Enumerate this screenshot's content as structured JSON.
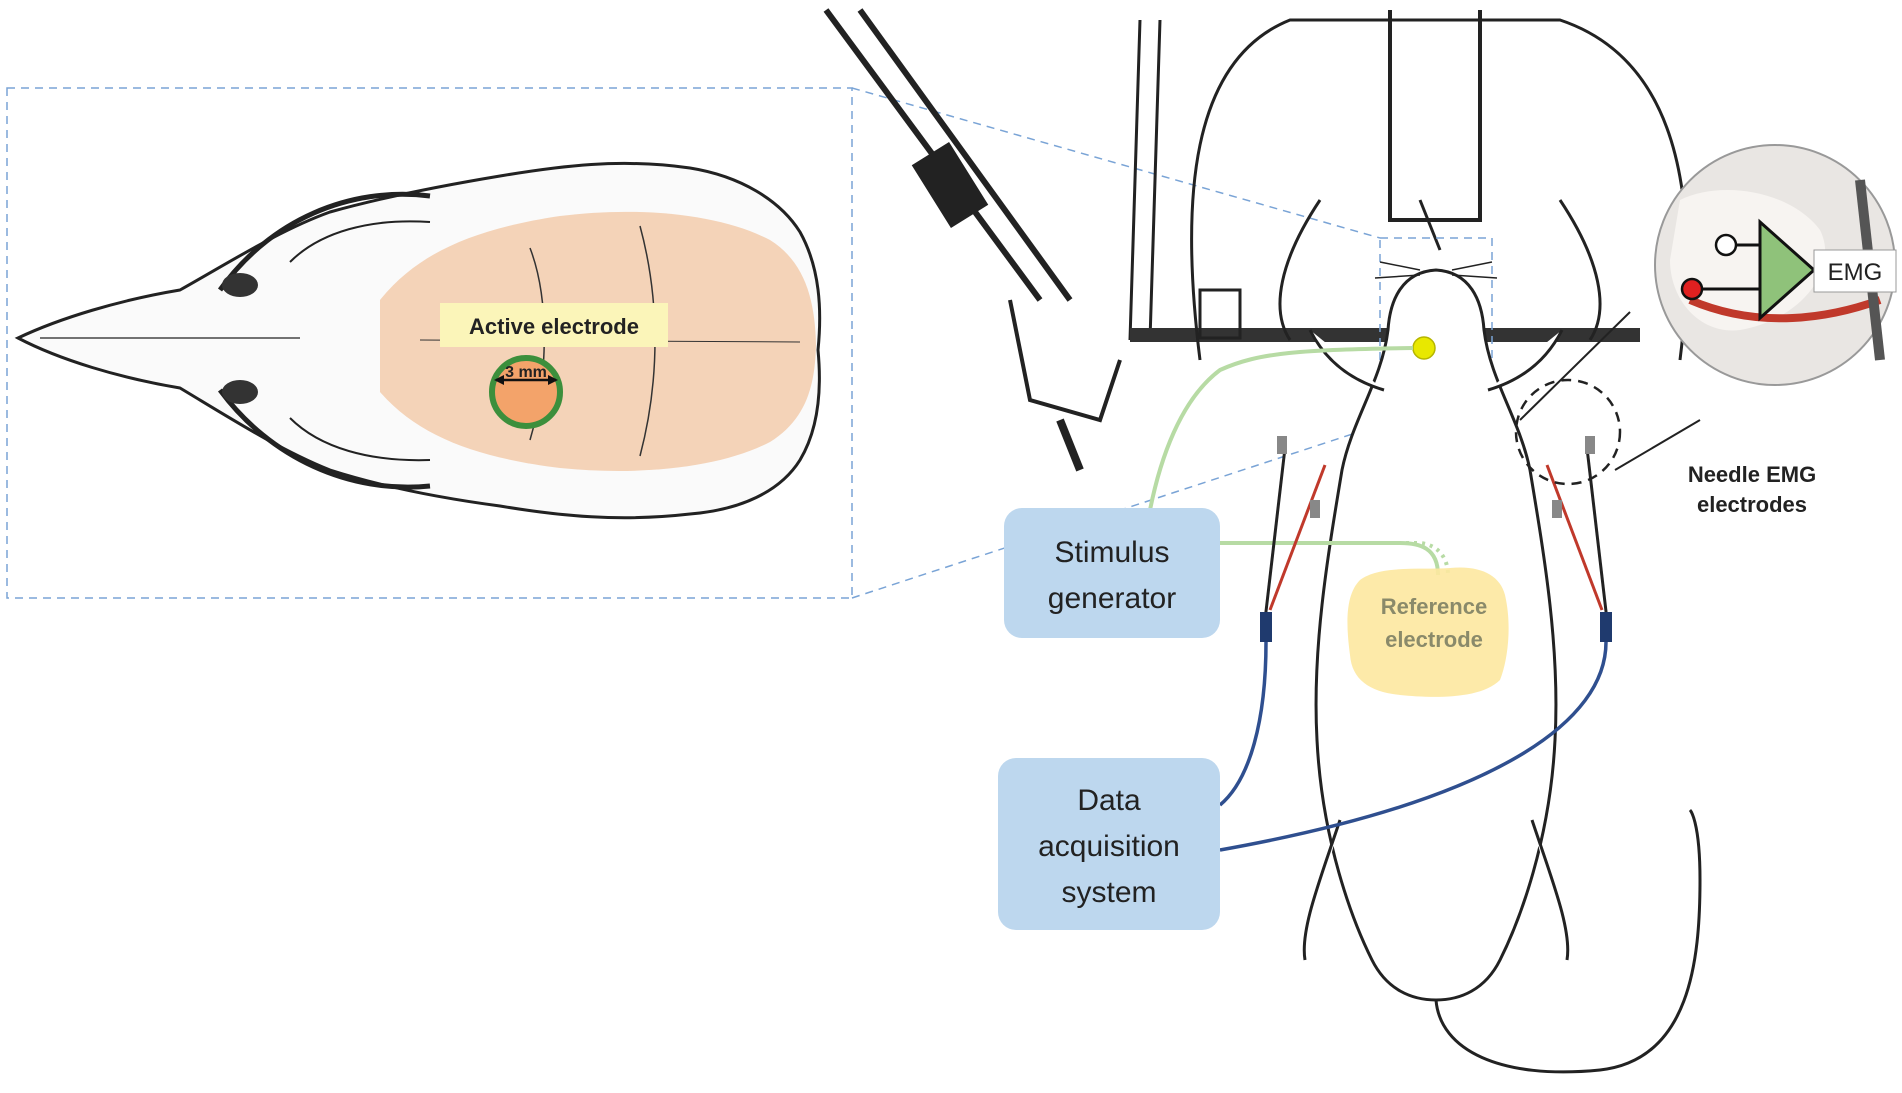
{
  "labels": {
    "active_electrode": "Active electrode",
    "diameter": "3 mm",
    "stimulus_generator": [
      "Stimulus",
      "generator"
    ],
    "reference_electrode": [
      "Reference",
      "electrode"
    ],
    "data_acquisition": [
      "Data",
      "acquisition",
      "system"
    ],
    "needle_emg": [
      "Needle EMG",
      "electrodes"
    ],
    "emg": "EMG"
  },
  "colors": {
    "box_fill": "#bdd7ee",
    "label_highlight": "#fbf5b9",
    "brain_fill": "#f2c9a8",
    "active_ring": "#3c8f3c",
    "stim_wire": "#b7dba4",
    "daq_wire": "#2f4f8f",
    "needle_wire": "#c0392b",
    "ref_sponge": "#fde8a0",
    "ref_text": "#8a8a6a",
    "dashed_guide": "#7aa4d6",
    "amp_fill": "#8fc27a",
    "stim_point": "#e8e800"
  }
}
